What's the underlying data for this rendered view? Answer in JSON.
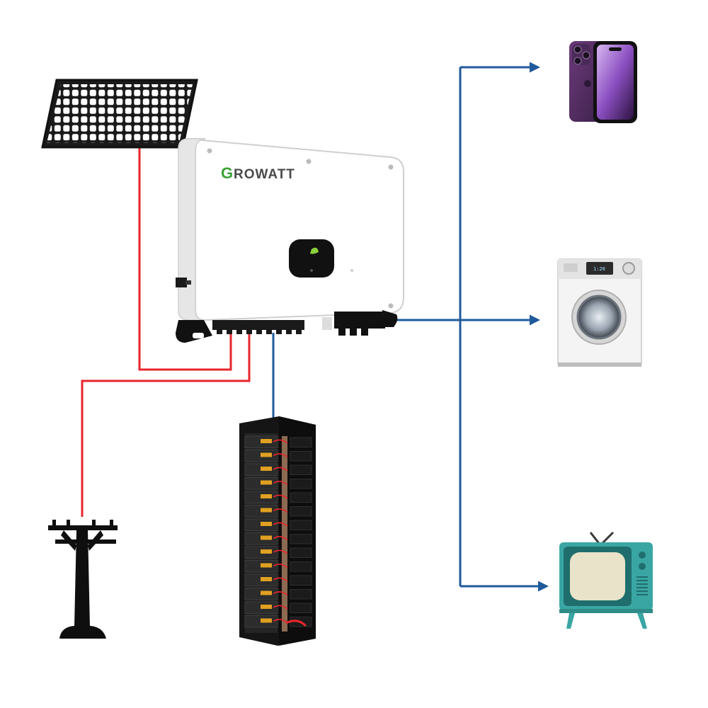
{
  "inverter": {
    "brand_initial": "G",
    "brand_rest": "ROWATT",
    "icon": "growatt-inverter-icon"
  },
  "components": {
    "solar_panel": "solar-panel-icon",
    "utility_pole": "utility-pole-icon",
    "battery_rack": "battery-rack-icon",
    "smartphone": "smartphone-icon",
    "washing_machine": "washing-machine-icon",
    "television": "television-icon"
  },
  "washer_display": {
    "text": "1:20"
  },
  "colors": {
    "dc_line": "#e8262b",
    "ac_line": "#1f5a9a",
    "brand_green": "#3aa335",
    "tv_body": "#3aa6a3"
  }
}
